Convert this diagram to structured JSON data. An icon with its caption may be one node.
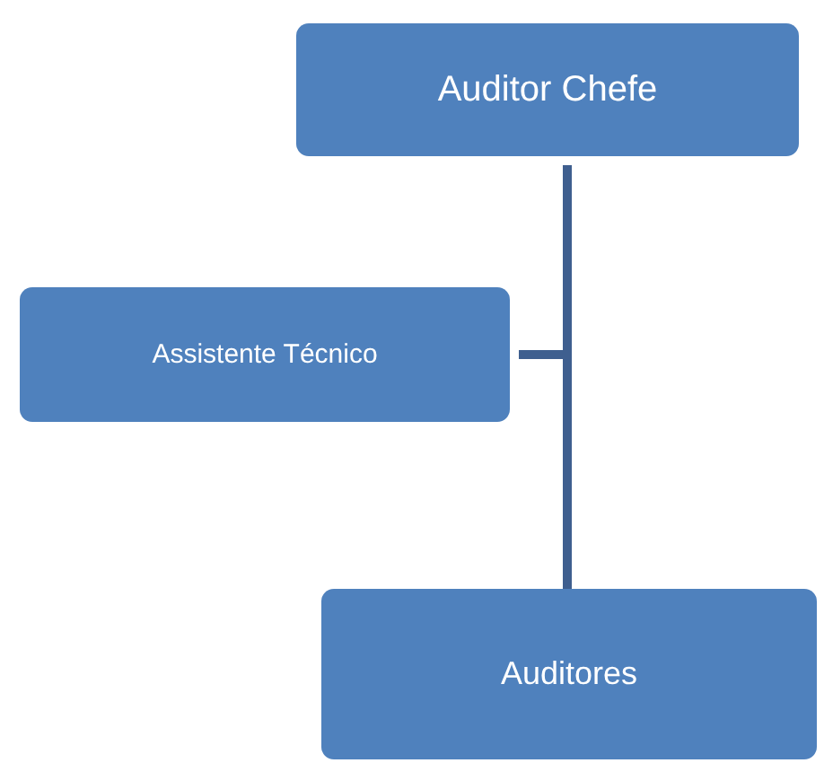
{
  "diagram": {
    "nodes": [
      {
        "text": [
          "Auditor Chefe"
        ]
      },
      {
        "text": [
          "Assistente Técnico"
        ]
      },
      {
        "text": [
          "Auditores"
        ]
      }
    ],
    "edges": [
      {
        "from": 0,
        "to": 1,
        "arrow": "none"
      },
      {
        "from": 0,
        "to": 2,
        "arrow": "none"
      }
    ]
  }
}
